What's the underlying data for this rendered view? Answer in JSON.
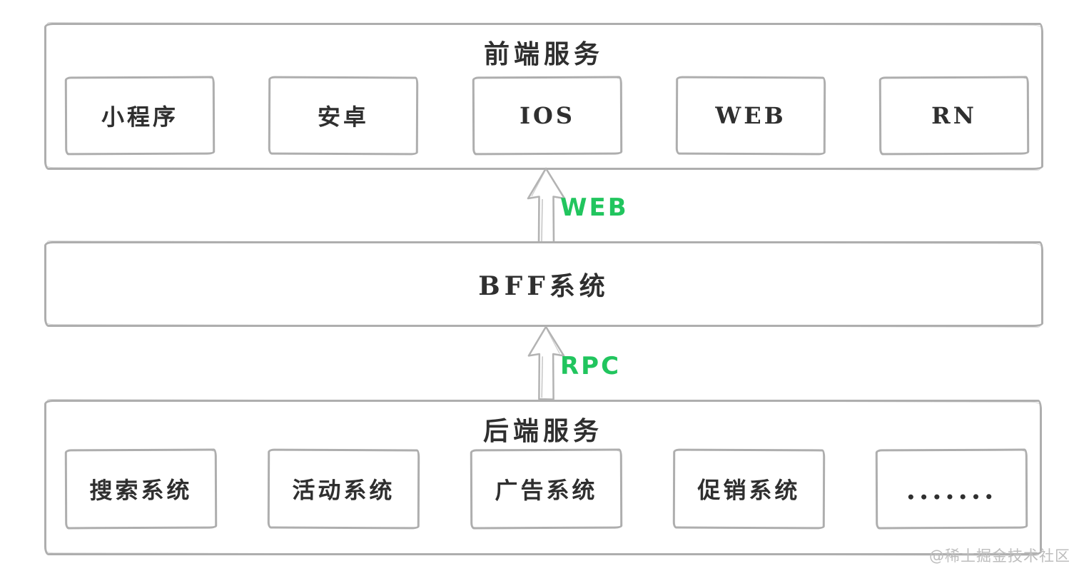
{
  "colors": {
    "accent_green": "#21c55e",
    "sketch_gray": "#aeaeae",
    "text_ink": "#2f2f2f",
    "watermark_gray": "#bdbdbd"
  },
  "layers": {
    "frontend": {
      "title": "前端服务",
      "boxes": [
        "小程序",
        "安卓",
        "IOS",
        "WEB",
        "RN"
      ]
    },
    "bff": {
      "title": "BFF系统"
    },
    "backend": {
      "title": "后端服务",
      "boxes": [
        "搜索系统",
        "活动系统",
        "广告系统",
        "促销系统",
        "......."
      ]
    }
  },
  "arrows": [
    {
      "label": "WEB",
      "direction": "up",
      "from": "BFF系统",
      "to": "前端服务"
    },
    {
      "label": "RPC",
      "direction": "up",
      "from": "后端服务",
      "to": "BFF系统"
    }
  ],
  "watermark": "@稀土掘金技术社区"
}
